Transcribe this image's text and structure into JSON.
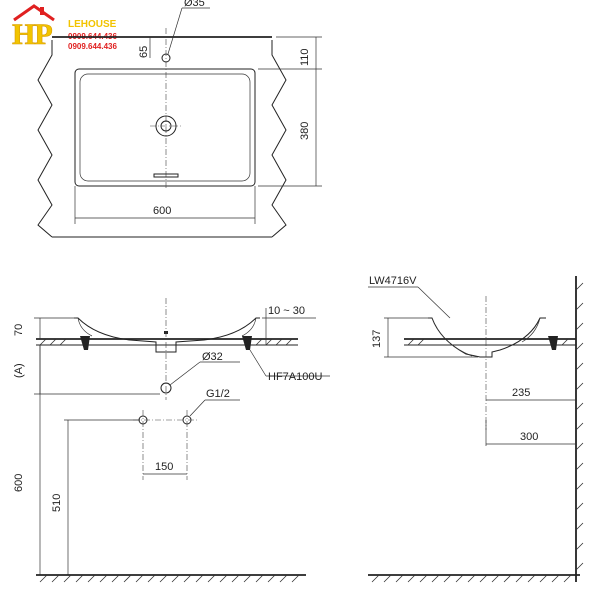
{
  "logo": {
    "text": "HP",
    "name": "LEHOUSE",
    "phone1": "0909.644.436",
    "phone2": "0909.644.436",
    "colors": {
      "gold": "#f2c400",
      "red": "#e02020"
    }
  },
  "plan_view": {
    "tap_hole": "Ø35",
    "tap_offset": "65",
    "rear_depth": "110",
    "basin_depth": "380",
    "width": "600"
  },
  "front_view": {
    "rim_height": "70",
    "variable_height": "(A)",
    "counter_thickness": "10 ~ 30",
    "drain_dia": "Ø32",
    "mixer_model": "HF7A100U",
    "supply_thread": "G1/2",
    "supply_spacing": "150",
    "floor_height": "600",
    "supply_height": "510"
  },
  "side_view": {
    "model": "LW4716V",
    "height": "137",
    "drain_offset": "235",
    "wall_offset": "300"
  }
}
